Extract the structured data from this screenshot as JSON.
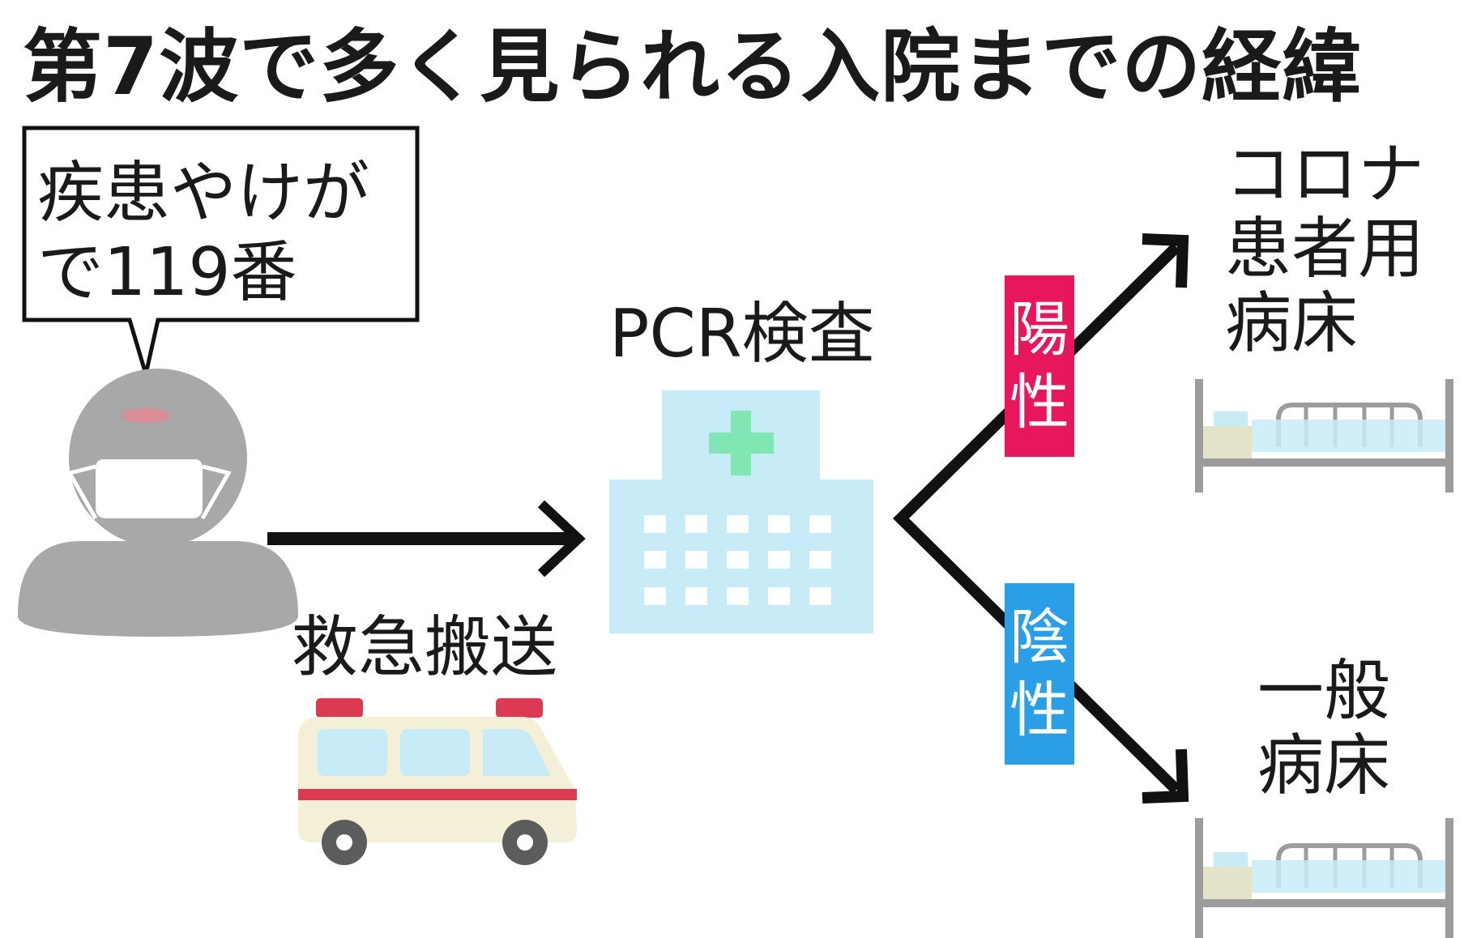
{
  "title": "第7波で多く見られる入院までの経緯",
  "bubble": {
    "lines": [
      "疾患やけが",
      "で119番"
    ]
  },
  "transport_label": "救急搬送",
  "test_label": "PCR検査",
  "positive_badge": {
    "text": "陽\n性",
    "color": "#e8175d"
  },
  "negative_badge": {
    "text": "陰\n性",
    "color": "#2b9ee8"
  },
  "covid_bed_label": {
    "lines": [
      "コロナ",
      "患者用",
      "病床"
    ]
  },
  "general_bed_label": {
    "lines": [
      "一般",
      "病床"
    ]
  },
  "colors": {
    "arrow": "#111111",
    "person": "#a8a8a8",
    "hospital": "#c8ecf7",
    "cross": "#7fe6b4",
    "ambulance_body": "#f4f0d8",
    "ambulance_stripe": "#dc3a52",
    "bed_frame": "#9c9c9c",
    "bed_blanket": "#c8ecf7"
  }
}
